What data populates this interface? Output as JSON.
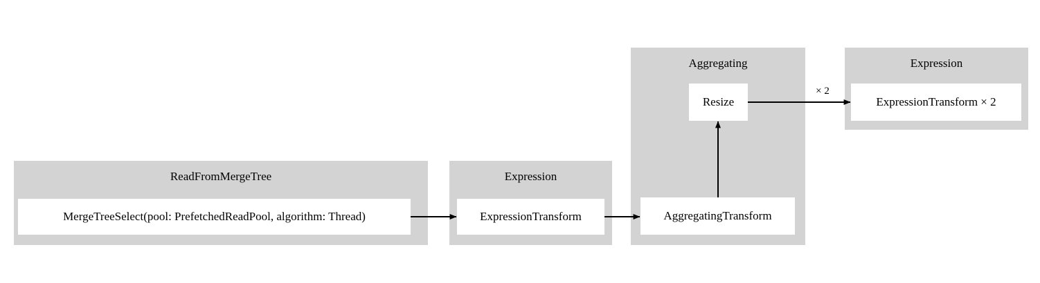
{
  "diagram": {
    "type": "pipeline-flow-graph",
    "background_color": "#ffffff",
    "cluster_color": "#d3d3d3",
    "node_color": "#ffffff",
    "line_color": "#000000",
    "clusters": [
      {
        "id": "read_from_merge_tree",
        "label": "ReadFromMergeTree",
        "nodes": [
          {
            "id": "merge_tree_select",
            "label": "MergeTreeSelect(pool: PrefetchedReadPool, algorithm: Thread)"
          }
        ]
      },
      {
        "id": "expression_1",
        "label": "Expression",
        "nodes": [
          {
            "id": "expression_transform",
            "label": "ExpressionTransform"
          }
        ]
      },
      {
        "id": "aggregating",
        "label": "Aggregating",
        "nodes": [
          {
            "id": "resize",
            "label": "Resize"
          },
          {
            "id": "aggregating_transform",
            "label": "AggregatingTransform"
          }
        ]
      },
      {
        "id": "expression_2",
        "label": "Expression",
        "nodes": [
          {
            "id": "expression_transform_x2",
            "label": "ExpressionTransform × 2"
          }
        ]
      }
    ],
    "edges": [
      {
        "id": "e1",
        "from": "merge_tree_select",
        "to": "expression_transform",
        "label": ""
      },
      {
        "id": "e2",
        "from": "expression_transform",
        "to": "aggregating_transform",
        "label": ""
      },
      {
        "id": "e3",
        "from": "aggregating_transform",
        "to": "resize",
        "label": ""
      },
      {
        "id": "e4",
        "from": "resize",
        "to": "expression_transform_x2",
        "label": "× 2"
      }
    ]
  }
}
